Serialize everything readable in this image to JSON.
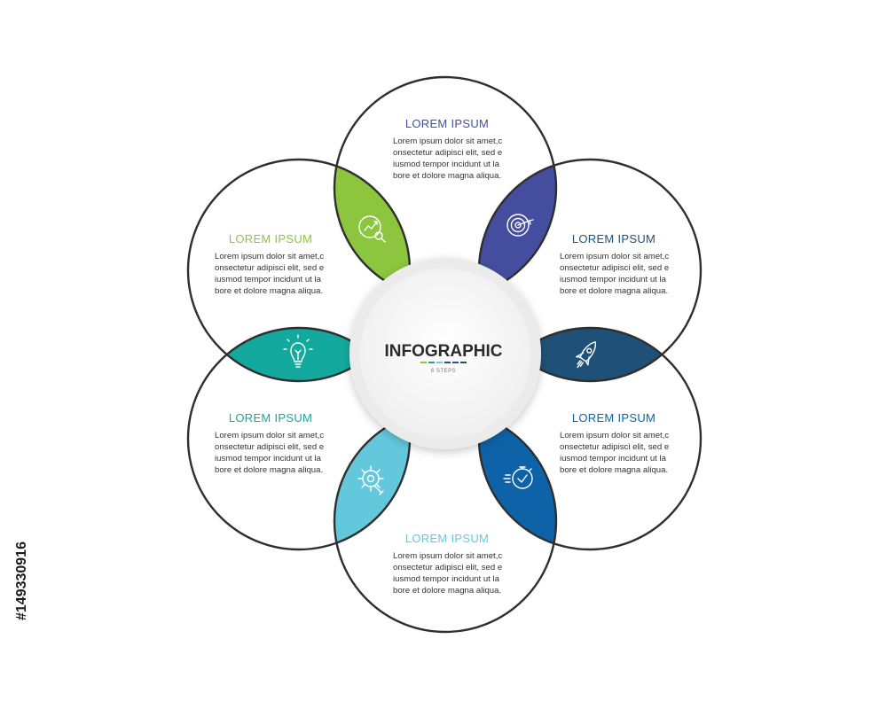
{
  "center": {
    "title": "INFOGRAPHIC",
    "subtitle": "6 STEPS",
    "dash_colors": [
      "#8dc63f",
      "#16a79c",
      "#6ccbdc",
      "#2e4a8c",
      "#3b4ba0",
      "#1e4f73"
    ]
  },
  "petals": [
    {
      "title": "LOREM IPSUM",
      "color": "#454e9e",
      "lines": [
        "Lorem ipsum dolor sit amet,c",
        "onsectetur adipisci elit, sed e",
        "iusmod tempor incidunt ut la",
        "bore et dolore magna aliqua."
      ],
      "icon": "target-icon"
    },
    {
      "title": "LOREM IPSUM",
      "color": "#1f5178",
      "lines": [
        "Lorem ipsum dolor sit amet,c",
        "onsectetur adipisci elit, sed e",
        "iusmod tempor incidunt ut la",
        "bore et dolore magna aliqua."
      ],
      "icon": "rocket-icon"
    },
    {
      "title": "LOREM IPSUM",
      "color": "#0e63a8",
      "lines": [
        "Lorem ipsum dolor sit amet,c",
        "onsectetur adipisci elit, sed e",
        "iusmod tempor incidunt ut la",
        "bore et dolore magna aliqua."
      ],
      "icon": "stopwatch-icon"
    },
    {
      "title": "LOREM IPSUM",
      "color": "#64c8dc",
      "lines": [
        "Lorem ipsum dolor sit amet,c",
        "onsectetur adipisci elit, sed e",
        "iusmod tempor incidunt ut la",
        "bore et dolore magna aliqua."
      ],
      "icon": "gear-wrench-icon"
    },
    {
      "title": "LOREM IPSUM",
      "color": "#14a99e",
      "lines": [
        "Lorem ipsum dolor sit amet,c",
        "onsectetur adipisci elit, sed e",
        "iusmod tempor incidunt ut la",
        "bore et dolore magna aliqua."
      ],
      "icon": "lightbulb-icon"
    },
    {
      "title": "LOREM IPSUM",
      "color": "#8cc63f",
      "lines": [
        "Lorem ipsum dolor sit amet,c",
        "onsectetur adipisci elit, sed e",
        "iusmod tempor incidunt ut la",
        "bore et dolore magna aliqua."
      ],
      "icon": "chart-search-icon"
    }
  ],
  "stock_id": "#149330916"
}
